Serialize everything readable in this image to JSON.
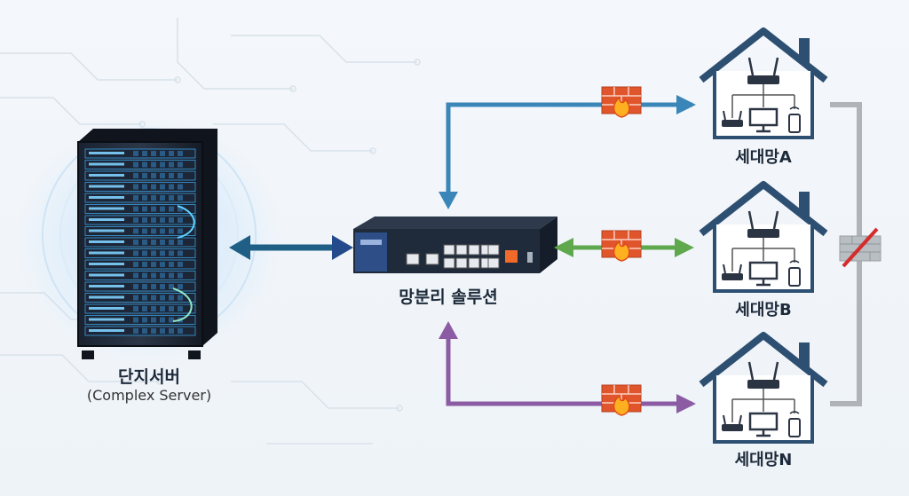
{
  "server": {
    "title": "단지서버",
    "subtitle": "(Complex Server)"
  },
  "switch": {
    "label": "망분리 솔루션"
  },
  "households": [
    {
      "label": "세대망A",
      "link_color": "#3a86b8"
    },
    {
      "label": "세대망B",
      "link_color": "#5fa84e"
    },
    {
      "label": "세대망N",
      "link_color": "#8b5ca4"
    }
  ],
  "colors": {
    "server_link": "#1f5f86",
    "house_outline": "#2d4f72",
    "firewall": "#e0552c",
    "isolation_bar": "#b0b4b8",
    "isolation_slash": "#d62b2b"
  },
  "icons": [
    "server-rack-icon",
    "network-switch-icon",
    "firewall-icon",
    "house-icon",
    "router-icon",
    "monitor-icon",
    "phone-icon"
  ]
}
